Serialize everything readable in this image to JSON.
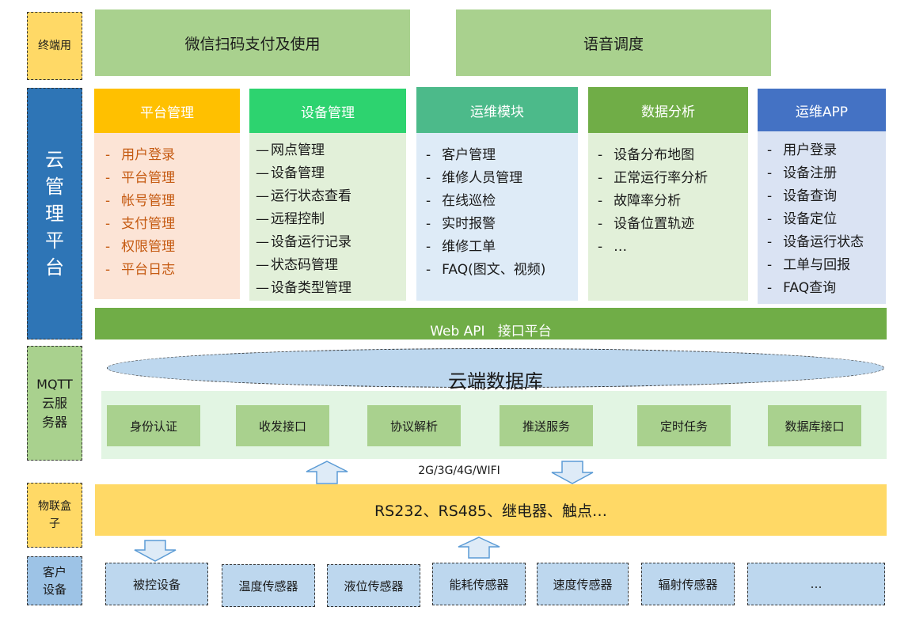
{
  "layers": {
    "terminal": "终端用",
    "cloud": "云\n管\n理\n平\n台",
    "mqtt": "MQTT\n云服\n务器",
    "iot_box": "物联盒\n子",
    "devices": "客户\n设备"
  },
  "terminal_bar": {
    "wechat": "微信扫码支付及使用",
    "voice": "语音调度"
  },
  "modules": [
    {
      "title": "平台管理",
      "bullet": "-",
      "items": [
        "用户登录",
        "平台管理",
        "帐号管理",
        "支付管理",
        "权限管理",
        "平台日志"
      ]
    },
    {
      "title": "设备管理",
      "bullet": "—",
      "items": [
        "网点管理",
        "设备管理",
        "运行状态查看",
        "远程控制",
        "设备运行记录",
        "状态码管理",
        "设备类型管理"
      ]
    },
    {
      "title": "运维模块",
      "bullet": "-",
      "items": [
        "客户管理",
        "维修人员管理",
        "在线巡检",
        "实时报警",
        "维修工单",
        "FAQ(图文、视频)"
      ]
    },
    {
      "title": "数据分析",
      "bullet": "-",
      "items": [
        "设备分布地图",
        "正常运行率分析",
        "故障率分析",
        "设备位置轨迹",
        "…"
      ]
    },
    {
      "title": "运维APP",
      "bullet": "-",
      "items": [
        "用户登录",
        "设备注册",
        "设备查询",
        "设备定位",
        "设备运行状态",
        "工单与回报",
        "FAQ查询"
      ]
    }
  ],
  "web_api": "Web API   接口平台",
  "database": "云端数据库",
  "services": [
    "身份认证",
    "收发接口",
    "协议解析",
    "推送服务",
    "定时任务",
    "数据库接口"
  ],
  "network": "2G/3G/4G/WIFI",
  "iot_bar": "RS232、RS485、继电器、触点…",
  "devices": [
    "被控设备",
    "温度传感器",
    "液位传感器",
    "能耗传感器",
    "速度传感器",
    "辐射传感器",
    "…"
  ],
  "colors": {
    "layer_label": "#ffd966",
    "cloud_label": "#2e75b6",
    "mqtt_label": "#a9d18e",
    "device_label": "#9dc3e6",
    "green_bar": "#a9d18e",
    "api_bar": "#70ad47",
    "iot_bar": "#ffd966",
    "mod1_head": "#ffc000",
    "mod1_body": "#fce4d6",
    "mod2_head": "#2dd36f",
    "mod2_body": "#e2f0d9",
    "mod3_head": "#4cba8a",
    "mod3_body": "#deebf7",
    "mod4_head": "#70ad47",
    "mod4_body": "#e2f0d9",
    "mod5_head": "#4472c4",
    "mod5_body": "#dae3f3",
    "service_area": "#e2f5e3",
    "database": "#bdd7ee",
    "device_box": "#bdd7ee"
  },
  "icons": [
    "up-arrow-icon",
    "down-arrow-icon"
  ]
}
